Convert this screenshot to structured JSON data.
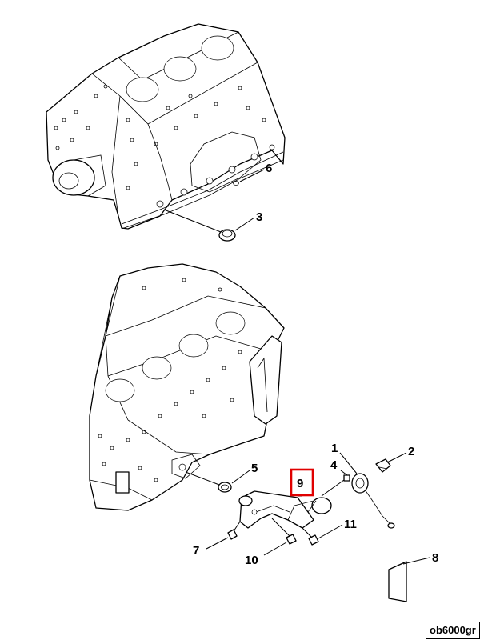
{
  "callouts": {
    "c1": "1",
    "c2": "2",
    "c3": "3",
    "c4": "4",
    "c5": "5",
    "c6": "6",
    "c7": "7",
    "c8": "8",
    "c9": "9",
    "c10": "10",
    "c11": "11"
  },
  "highlight": {
    "part": "9",
    "color": "#e00000"
  },
  "reference_code": "ob6000gr"
}
